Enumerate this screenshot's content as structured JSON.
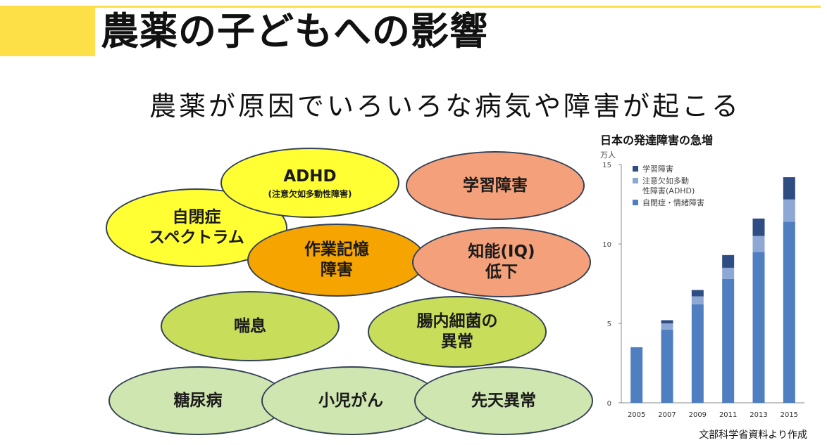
{
  "page": {
    "title": "農薬の子どもへの影響",
    "subtitle": "農薬が原因でいろいろな病気や障害が起こる",
    "source": "文部科学省資料より作成"
  },
  "colors": {
    "title_accent": "#fde047",
    "yellow": "#ffff33",
    "orange": "#f5a400",
    "salmon": "#f4a07a",
    "lime": "#c8dd5a",
    "light_green": "#cfe6b0",
    "series_dark": "#2f4d82",
    "series_light": "#8ea8d6",
    "series_mid": "#4f7fc0"
  },
  "conditions": [
    {
      "id": "asd",
      "label": "自閉症\nスペクトラム",
      "sub": "",
      "color": "yellow"
    },
    {
      "id": "adhd",
      "label": "ADHD",
      "sub": "(注意欠如多動性障害)",
      "color": "yellow"
    },
    {
      "id": "learning",
      "label": "学習障害",
      "sub": "",
      "color": "salmon"
    },
    {
      "id": "working-memory",
      "label": "作業記憶\n障害",
      "sub": "",
      "color": "orange"
    },
    {
      "id": "iq",
      "label": "知能(IQ)\n低下",
      "sub": "",
      "color": "salmon"
    },
    {
      "id": "asthma",
      "label": "喘息",
      "sub": "",
      "color": "lime"
    },
    {
      "id": "gut",
      "label": "腸内細菌の\n異常",
      "sub": "",
      "color": "lime"
    },
    {
      "id": "diabetes",
      "label": "糖尿病",
      "sub": "",
      "color": "light_green"
    },
    {
      "id": "cancer",
      "label": "小児がん",
      "sub": "",
      "color": "light_green"
    },
    {
      "id": "congenital",
      "label": "先天異常",
      "sub": "",
      "color": "light_green"
    }
  ],
  "chart_data": {
    "type": "bar",
    "stacked": true,
    "title": "日本の発達障害の急増",
    "ylabel": "万人",
    "ylim": [
      0,
      15
    ],
    "yticks": [
      0,
      5,
      10,
      15
    ],
    "categories": [
      "2005",
      "2007",
      "2009",
      "2011",
      "2013",
      "2015"
    ],
    "series": [
      {
        "name": "自閉症・情緒障害",
        "color": "#4f7fc0",
        "values": [
          3.5,
          4.6,
          6.2,
          7.8,
          9.5,
          11.4
        ]
      },
      {
        "name": "注意欠如多動性障害(ADHD)",
        "color": "#8ea8d6",
        "values": [
          0,
          0.4,
          0.5,
          0.7,
          1.0,
          1.4
        ]
      },
      {
        "name": "学習障害",
        "color": "#2f4d82",
        "values": [
          0,
          0.2,
          0.4,
          0.8,
          1.1,
          1.4
        ]
      }
    ],
    "legend": {
      "position": "top-left",
      "entries": [
        "学習障害",
        "注意欠如多動\n性障害(ADHD)",
        "自閉症・情緒障害"
      ]
    },
    "grid": false
  }
}
